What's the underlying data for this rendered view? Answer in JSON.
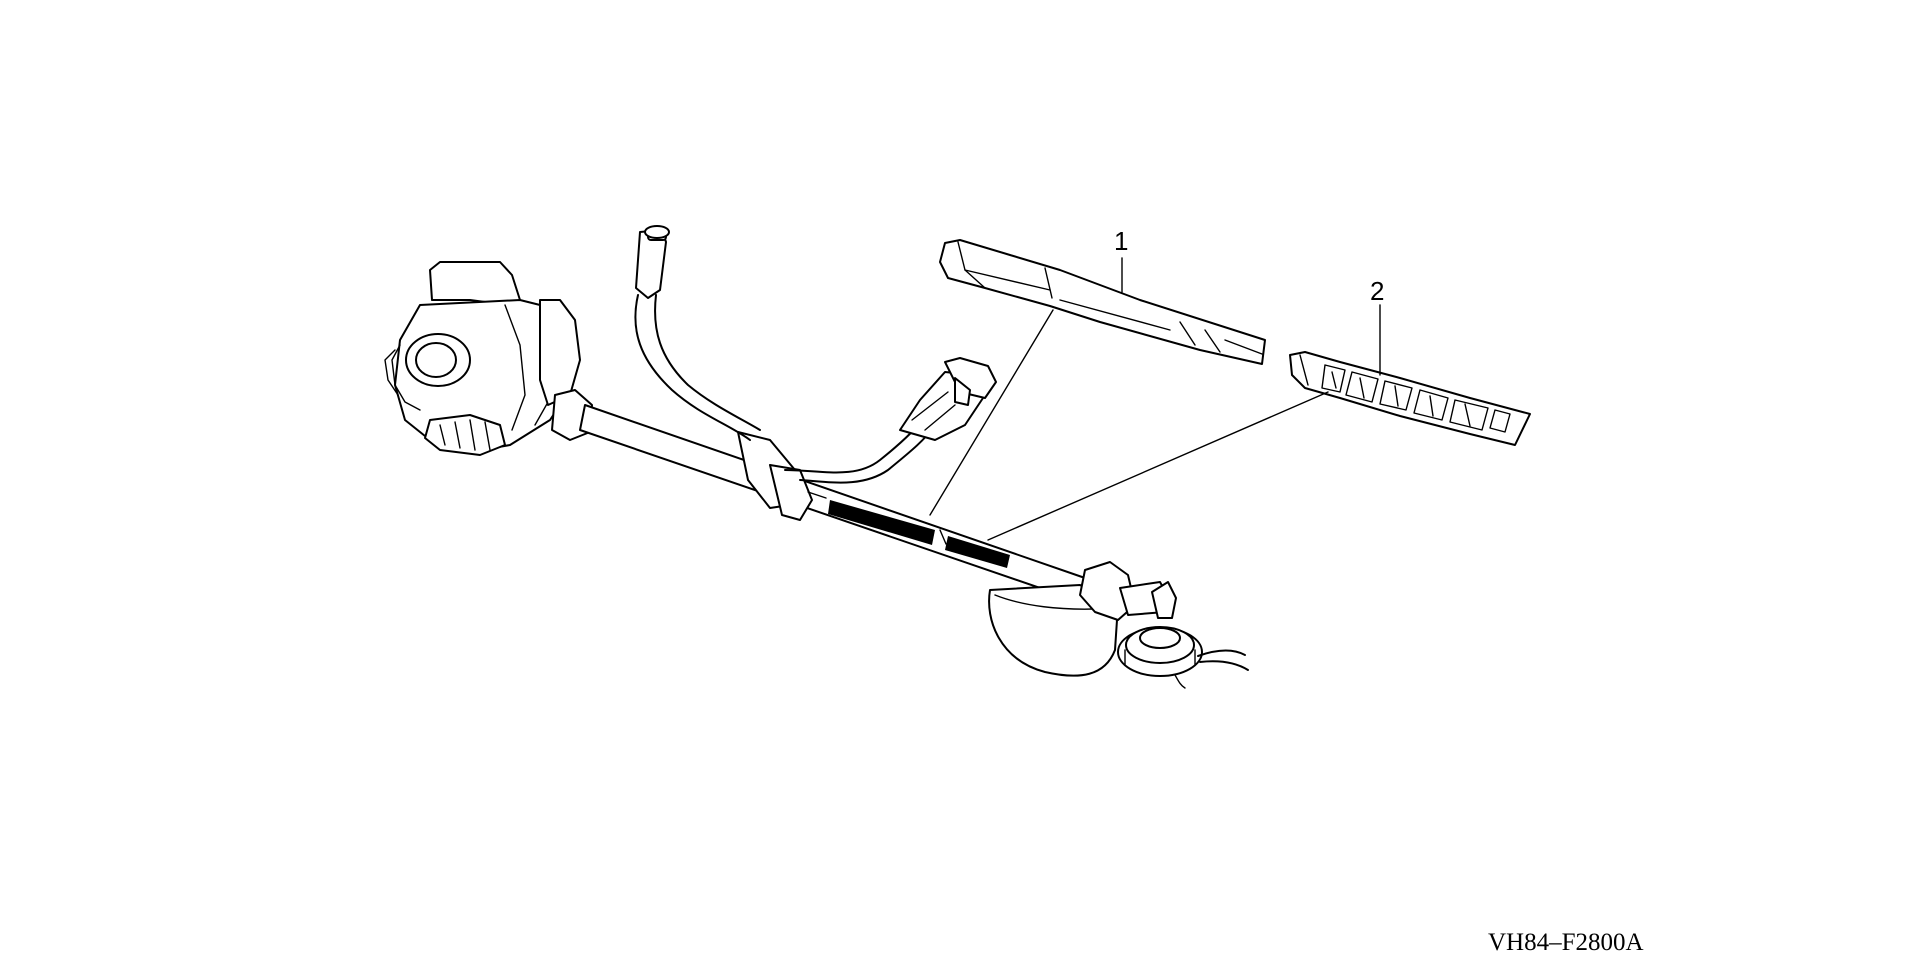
{
  "diagram": {
    "callouts": [
      {
        "number": "1"
      },
      {
        "number": "2"
      }
    ],
    "drawing_code": "VH84–F2800A"
  }
}
